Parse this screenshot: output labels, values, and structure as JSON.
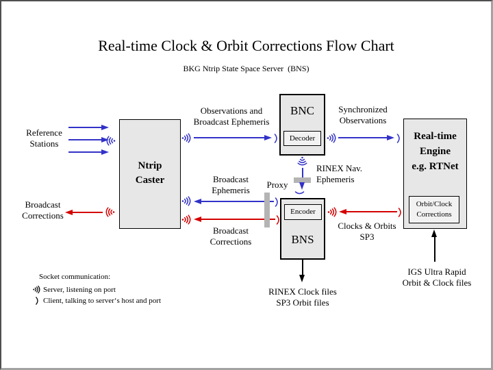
{
  "colors": {
    "blue": "#3232c8",
    "red": "#d40000",
    "line_black": "#000000",
    "box_fill": "#e7e7e7",
    "subbox_fill": "#f2f2f2",
    "bar_gray": "#b4b4b4"
  },
  "header": {
    "title": "Real-time Clock & Orbit Corrections Flow Chart",
    "subtitle": "BKG Ntrip State Space Server  (BNS)"
  },
  "nodes": {
    "caster": {
      "line1": "Ntrip",
      "line2": "Caster"
    },
    "bnc": {
      "title": "BNC",
      "sub": "Decoder"
    },
    "bns": {
      "title": "BNS",
      "sub": "Encoder"
    },
    "engine": {
      "line1": "Real-time",
      "line2": "Engine",
      "line3": "e.g. RTNet",
      "sub_line1": "Orbit/Clock",
      "sub_line2": "Corrections"
    }
  },
  "labels": {
    "reference_stations": {
      "line1": "Reference",
      "line2": "Stations"
    },
    "broadcast_corrections_left": {
      "line1": "Broadcast",
      "line2": "Corrections"
    },
    "observations": {
      "line1": "Observations and",
      "line2": "Broadcast Ephemeris"
    },
    "synchronized": {
      "line1": "Synchronized",
      "line2": "Observations"
    },
    "rinex_nav": {
      "line1": "RINEX Nav.",
      "line2": "Ephemeris"
    },
    "broadcast_ephemeris": {
      "line1": "Broadcast",
      "line2": "Ephemeris"
    },
    "proxy": "Proxy",
    "broadcast_corrections_mid": {
      "line1": "Broadcast",
      "line2": "Corrections"
    },
    "clocks_orbits": {
      "line1": "Clocks & Orbits",
      "line2": "SP3"
    },
    "rinex_clock_files": {
      "line1": "RINEX Clock files",
      "line2": "SP3 Orbit files"
    },
    "igs": {
      "line1": "IGS Ultra Rapid",
      "line2": "Orbit & Clock files"
    }
  },
  "legend": {
    "heading": "Socket communication:",
    "server": "Server, listening on port",
    "client": "Client, talking to server‘s host and port"
  }
}
